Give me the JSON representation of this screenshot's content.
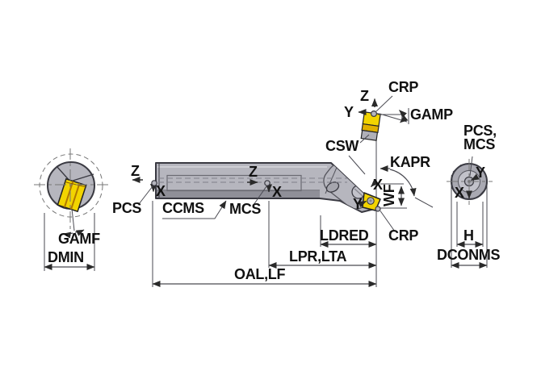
{
  "title": "boring-bar-tool-dimension-diagram",
  "labels": {
    "gamf": "GAMF",
    "dmin": "DMIN",
    "pcs_left": "PCS",
    "z_left": "Z",
    "x_left": "X",
    "ccms": "CCMS",
    "mcs": "MCS",
    "z_mid": "Z",
    "x_mid": "X",
    "crp_top": "CRP",
    "z_top": "Z",
    "y_top": "Y",
    "gamp": "GAMP",
    "csw": "CSW",
    "kapr": "KAPR",
    "x_head": "X",
    "y_head": "Y",
    "wf": "WF",
    "crp_bottom": "CRP",
    "ldred": "LDRED",
    "lpr_lta": "LPR,LTA",
    "oal_lf": "OAL,LF",
    "pcs_mcs_right_line1": "PCS,",
    "pcs_mcs_right_line2": "MCS",
    "y_right": "Y",
    "x_right": "X",
    "h_right": "H",
    "dconms": "DCONMS"
  },
  "colors": {
    "outline": "#3a3a42",
    "bar": "#b6b6be",
    "bar_dark": "#8f8f98",
    "bar_light": "#d6d6dc",
    "metal_mid": "#c2c2ca",
    "metal_soft": "#a9a9b2",
    "yellow": "#f2d400",
    "yellow_dark": "#e0b000",
    "line": "#4a4a52",
    "text": "#111111",
    "bg": "#ffffff"
  }
}
